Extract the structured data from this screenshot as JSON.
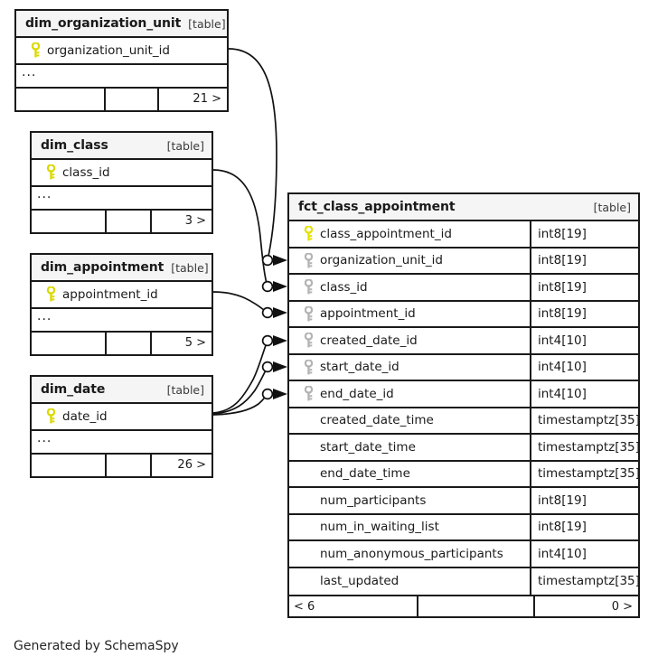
{
  "diagram": {
    "caption": "Generated by SchemaSpy",
    "table_tag": "[table]",
    "ellipsis": "...",
    "colors": {
      "primary_key": "#e3e300",
      "foreign_key": "#b3b3b3",
      "border": "#1a1a1a",
      "header_background": "#f5f5f5",
      "background": "#ffffff"
    }
  },
  "tables": {
    "dim_organization_unit": {
      "name": "dim_organization_unit",
      "tag": "[table]",
      "columns": [
        {
          "key": "primary",
          "name": "organization_unit_id",
          "type": ""
        }
      ],
      "ellipsis": "...",
      "footer": {
        "left": "",
        "mid": "",
        "right": "21 >"
      }
    },
    "dim_class": {
      "name": "dim_class",
      "tag": "[table]",
      "columns": [
        {
          "key": "primary",
          "name": "class_id",
          "type": ""
        }
      ],
      "ellipsis": "...",
      "footer": {
        "left": "",
        "mid": "",
        "right": "3 >"
      }
    },
    "dim_appointment": {
      "name": "dim_appointment",
      "tag": "[table]",
      "columns": [
        {
          "key": "primary",
          "name": "appointment_id",
          "type": ""
        }
      ],
      "ellipsis": "...",
      "footer": {
        "left": "",
        "mid": "",
        "right": "5 >"
      }
    },
    "dim_date": {
      "name": "dim_date",
      "tag": "[table]",
      "columns": [
        {
          "key": "primary",
          "name": "date_id",
          "type": ""
        }
      ],
      "ellipsis": "...",
      "footer": {
        "left": "",
        "mid": "",
        "right": "26 >"
      }
    },
    "fct_class_appointment": {
      "name": "fct_class_appointment",
      "tag": "[table]",
      "columns": [
        {
          "key": "primary",
          "name": "class_appointment_id",
          "type": "int8[19]"
        },
        {
          "key": "foreign",
          "name": "organization_unit_id",
          "type": "int8[19]"
        },
        {
          "key": "foreign",
          "name": "class_id",
          "type": "int8[19]"
        },
        {
          "key": "foreign",
          "name": "appointment_id",
          "type": "int8[19]"
        },
        {
          "key": "foreign",
          "name": "created_date_id",
          "type": "int4[10]"
        },
        {
          "key": "foreign",
          "name": "start_date_id",
          "type": "int4[10]"
        },
        {
          "key": "foreign",
          "name": "end_date_id",
          "type": "int4[10]"
        },
        {
          "key": "none",
          "name": "created_date_time",
          "type": "timestamptz[35]"
        },
        {
          "key": "none",
          "name": "start_date_time",
          "type": "timestamptz[35]"
        },
        {
          "key": "none",
          "name": "end_date_time",
          "type": "timestamptz[35]"
        },
        {
          "key": "none",
          "name": "num_participants",
          "type": "int8[19]"
        },
        {
          "key": "none",
          "name": "num_in_waiting_list",
          "type": "int8[19]"
        },
        {
          "key": "none",
          "name": "num_anonymous_participants",
          "type": "int4[10]"
        },
        {
          "key": "none",
          "name": "last_updated",
          "type": "timestamptz[35]"
        }
      ],
      "footer": {
        "left": "< 6",
        "mid": "",
        "right": "0 >"
      }
    }
  },
  "relationships": [
    {
      "from": "dim_organization_unit.organization_unit_id",
      "to": "fct_class_appointment.organization_unit_id"
    },
    {
      "from": "dim_class.class_id",
      "to": "fct_class_appointment.class_id"
    },
    {
      "from": "dim_appointment.appointment_id",
      "to": "fct_class_appointment.appointment_id"
    },
    {
      "from": "dim_date.date_id",
      "to": "fct_class_appointment.created_date_id"
    },
    {
      "from": "dim_date.date_id",
      "to": "fct_class_appointment.start_date_id"
    },
    {
      "from": "dim_date.date_id",
      "to": "fct_class_appointment.end_date_id"
    }
  ]
}
